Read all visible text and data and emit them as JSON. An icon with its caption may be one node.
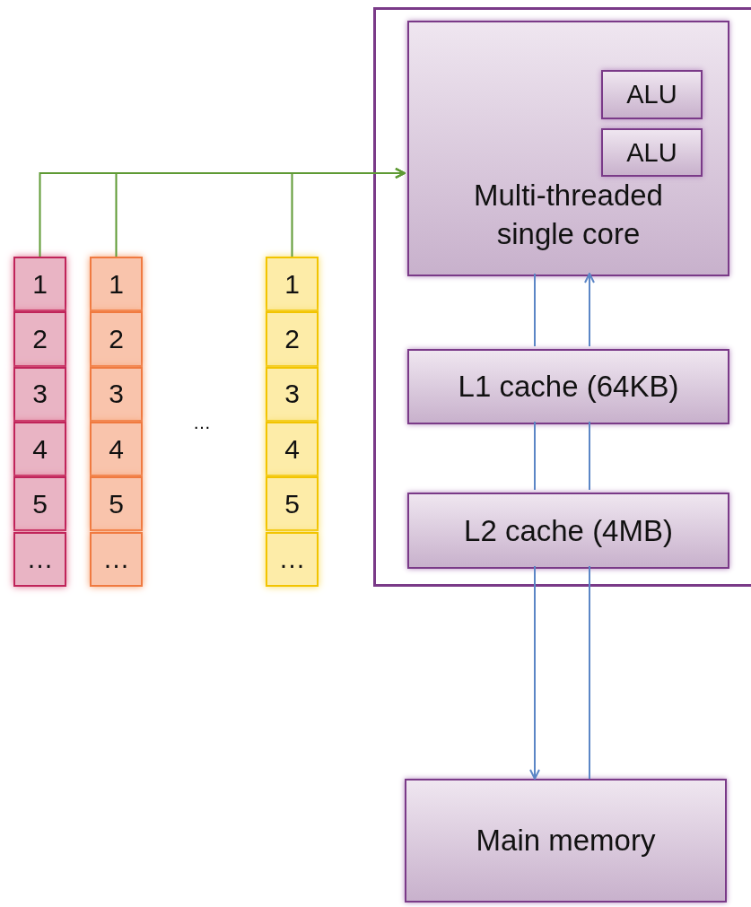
{
  "diagram": {
    "nodes": [
      {
        "text": [],
        "shape": "box"
      },
      {
        "text": [
          "Multi-threaded single core"
        ],
        "in": 0
      },
      {
        "text": [
          "ALU"
        ],
        "in": 1
      },
      {
        "text": [
          "ALU"
        ],
        "in": 1
      },
      {
        "text": [
          "L1 cache (64KB)"
        ],
        "in": 0
      },
      {
        "text": [
          "L2 cache (4MB)"
        ],
        "in": 0
      },
      {
        "text": [
          "Main memory"
        ]
      },
      {
        "text": [
          "1"
        ]
      },
      {
        "text": [
          "2"
        ]
      },
      {
        "text": [
          "3"
        ]
      },
      {
        "text": [
          "4"
        ]
      },
      {
        "text": [
          "5"
        ]
      },
      {
        "text": [
          "…"
        ]
      },
      {
        "text": [
          "1"
        ]
      },
      {
        "text": [
          "2"
        ]
      },
      {
        "text": [
          "3"
        ]
      },
      {
        "text": [
          "4"
        ]
      },
      {
        "text": [
          "5"
        ]
      },
      {
        "text": [
          "…"
        ]
      },
      {
        "text": [
          "1"
        ]
      },
      {
        "text": [
          "2"
        ]
      },
      {
        "text": [
          "3"
        ]
      },
      {
        "text": [
          "4"
        ]
      },
      {
        "text": [
          "5"
        ]
      },
      {
        "text": [
          "…"
        ]
      }
    ],
    "edges": [
      {
        "from": 7,
        "to": 1,
        "arrow": "to",
        "color": "#5e9a34"
      },
      {
        "from": 13,
        "to": 1,
        "arrow": "to",
        "color": "#5e9a34"
      },
      {
        "from": 19,
        "to": 1,
        "arrow": "to",
        "color": "#5e9a34"
      },
      {
        "from": 1,
        "to": 4,
        "arrow": "none"
      },
      {
        "from": 4,
        "to": 5,
        "arrow": "none"
      },
      {
        "from": 5,
        "to": 6,
        "arrow": "to"
      },
      {
        "from": 6,
        "to": 5,
        "arrow": "none"
      },
      {
        "from": 5,
        "to": 4,
        "arrow": "none"
      },
      {
        "from": 4,
        "to": 1,
        "arrow": "to"
      }
    ],
    "labels": [
      "…"
    ]
  }
}
